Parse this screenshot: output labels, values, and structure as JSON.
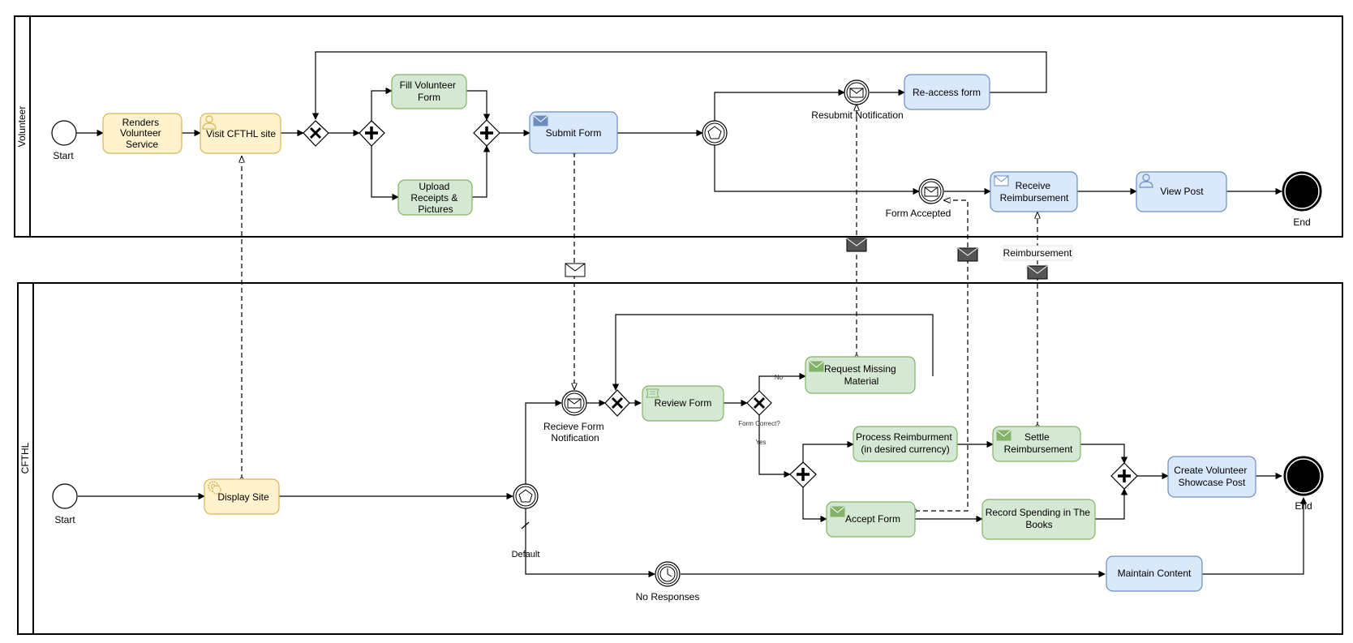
{
  "pools": {
    "volunteer": "Volunteer",
    "cfthl": "CFTHL"
  },
  "volunteer": {
    "start_label": "Start",
    "renders_service": [
      "Renders",
      "Volunteer",
      "Service"
    ],
    "visit_site": "Visit CFTHL site",
    "fill_form": [
      "Fill Volunteer",
      "Form"
    ],
    "upload_receipts": [
      "Upload",
      "Receipts &",
      "Pictures"
    ],
    "submit_form": "Submit Form",
    "resubmit_notification": "Resubmit Notification",
    "reaccess_form": "Re-access form",
    "form_accepted": "Form Accepted",
    "receive_reimbursement": [
      "Receive",
      "Reimbursement"
    ],
    "view_post": "View Post",
    "end_label": "End"
  },
  "cfthl": {
    "start_label": "Start",
    "display_site": "Display Site",
    "receive_form_notification": [
      "Recieve Form",
      "Notification"
    ],
    "review_form": "Review Form",
    "form_correct": "Form Correct?",
    "no_label": "No",
    "yes_label": "Yes",
    "request_missing": [
      "Request Missing",
      "Material"
    ],
    "process_reimbursement": [
      "Process Reimburment",
      "(in desired currency)"
    ],
    "settle_reimbursement": [
      "Settle",
      "Reimbursement"
    ],
    "accept_form": "Accept Form",
    "record_spending": [
      "Record Spending in The",
      "Books"
    ],
    "create_showcase": [
      "Create Volunteer",
      "Showcase Post"
    ],
    "maintain_content": "Maintain Content",
    "default_label": "Default",
    "no_responses": "No Responses",
    "end_label": "End"
  },
  "message_flows": {
    "reimbursement_label": "Reimbursement"
  },
  "colors": {
    "yellow_fill": "#fff2cc",
    "yellow_stroke": "#d6b656",
    "green_fill": "#d5e8d4",
    "green_stroke": "#82b366",
    "blue_fill": "#dae8fc",
    "blue_stroke": "#6c8ebf",
    "line": "#000000"
  }
}
